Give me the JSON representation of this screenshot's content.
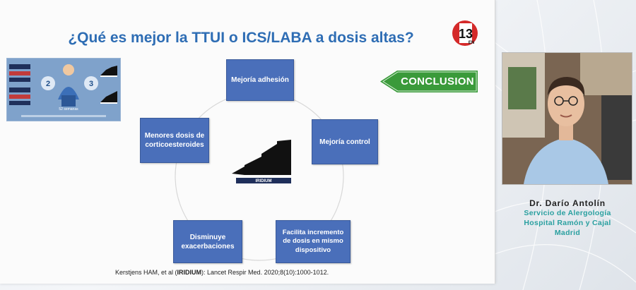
{
  "slide": {
    "title": "¿Qué es mejor la TTUI o ICS/LABA a dosis altas?",
    "logo_text": "13",
    "logo_sub": "EN",
    "thumbnail": {
      "left_label_1": "2",
      "right_label_1": "3",
      "center_label": "52 semanas"
    },
    "cycle": [
      "Mejoría adhesión",
      "Mejoría control",
      "Facilita incremento de dosis en mismo dispositivo",
      "Disminuye exacerbaciones",
      "Menores dosis de corticoesteroides"
    ],
    "iridium_label": "IRIDIUM",
    "conclusion": "CONCLUSION",
    "reference_prefix": "Kerstjens HAM, et al (",
    "reference_bold": "IRIDIUM",
    "reference_suffix": "): Lancet Respir Med. 2020;8(10):1000-1012."
  },
  "speaker": {
    "name": "Dr. Darío Antolín",
    "affiliation_1": "Servicio de Alergología",
    "affiliation_2": "Hospital Ramón y Cajal",
    "affiliation_3": "Madrid"
  },
  "colors": {
    "title": "#2e6db4",
    "box": "#4a6fba",
    "conclusion": "#3a9a3a",
    "affiliation": "#2aa0a0"
  }
}
